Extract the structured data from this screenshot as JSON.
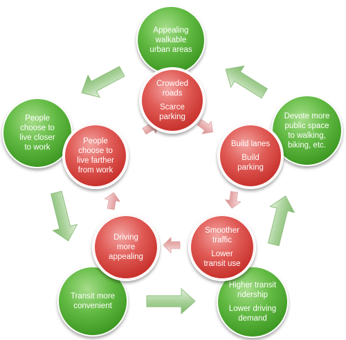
{
  "colors": {
    "red_node": "#c7302b",
    "green_node": "#3f9a24",
    "green_arrow": "#9cc98e",
    "pink_arrow": "#e9a6a6"
  },
  "outer_nodes": {
    "top": {
      "lines": [
        "Appealing",
        "walkable",
        "urban areas"
      ]
    },
    "right": {
      "lines": [
        "Devote more",
        "public space",
        "to walking,",
        "biking, etc."
      ]
    },
    "bottom_right": {
      "lines": [
        "Higher transit",
        "ridership"
      ],
      "lines2": [
        "Lower driving",
        "demand"
      ]
    },
    "bottom_left": {
      "lines": [
        "Transit more",
        "convenient"
      ]
    },
    "left": {
      "lines": [
        "People",
        "choose to",
        "live closer",
        "to work"
      ]
    }
  },
  "inner_nodes": {
    "top": {
      "lines": [
        "Crowded",
        "roads"
      ],
      "lines2": [
        "Scarce",
        "parking"
      ]
    },
    "right": {
      "lines": [
        "Build lanes"
      ],
      "lines2": [
        "Build",
        "parking"
      ]
    },
    "bottom_right": {
      "lines": [
        "Smoother",
        "traffic"
      ],
      "lines2": [
        "Lower",
        "transit use"
      ]
    },
    "bottom_left": {
      "lines": [
        "Driving",
        "more",
        "appealing"
      ]
    },
    "left": {
      "lines": [
        "People",
        "choose to",
        "live farther",
        "from work"
      ]
    }
  },
  "arrows": {
    "outer_cycle": "green",
    "inner_cycle": "pink"
  }
}
